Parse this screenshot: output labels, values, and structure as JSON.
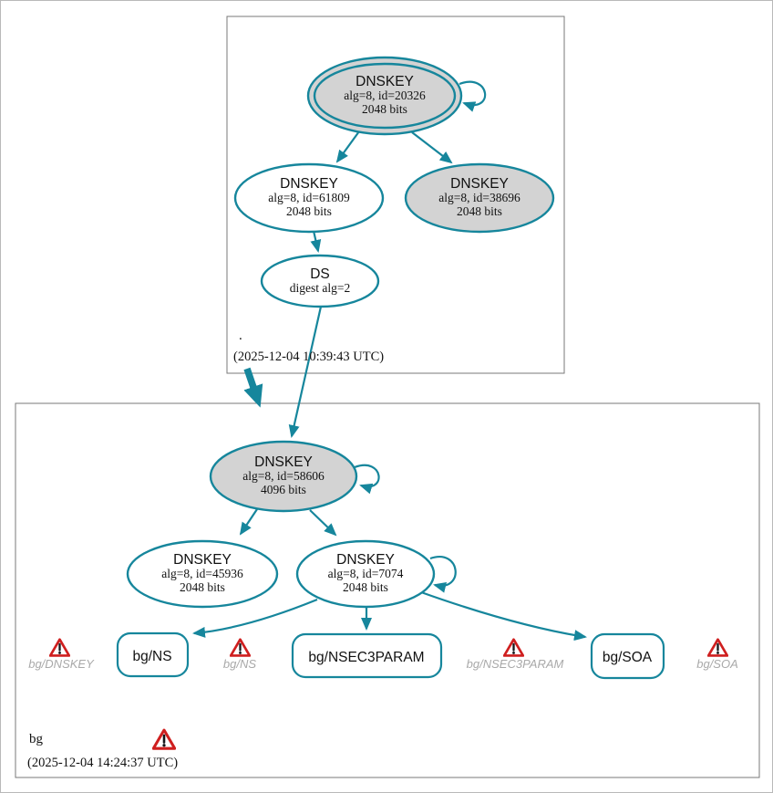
{
  "colors": {
    "edge_teal": "#16869c",
    "node_fill_gray": "#d3d3d3",
    "zone_border_gray": "#7a7a7a",
    "warning_red": "#cf1f1f",
    "muted_label_gray": "#a9a9a9"
  },
  "root_zone": {
    "label": ".",
    "timestamp": "(2025-12-04 10:39:43 UTC)",
    "nodes": {
      "ksk": {
        "title": "DNSKEY",
        "detail1": "alg=8, id=20326",
        "detail2": "2048 bits"
      },
      "zsk": {
        "title": "DNSKEY",
        "detail1": "alg=8, id=61809",
        "detail2": "2048 bits"
      },
      "ksk2": {
        "title": "DNSKEY",
        "detail1": "alg=8, id=38696",
        "detail2": "2048 bits"
      },
      "ds": {
        "title": "DS",
        "detail1": "digest alg=2"
      }
    }
  },
  "bg_zone": {
    "label": "bg",
    "timestamp": "(2025-12-04 14:24:37 UTC)",
    "nodes": {
      "ksk": {
        "title": "DNSKEY",
        "detail1": "alg=8, id=58606",
        "detail2": "4096 bits"
      },
      "zsk1": {
        "title": "DNSKEY",
        "detail1": "alg=8, id=45936",
        "detail2": "2048 bits"
      },
      "zsk2": {
        "title": "DNSKEY",
        "detail1": "alg=8, id=7074",
        "detail2": "2048 bits"
      }
    },
    "rrsets": [
      {
        "label": "bg/NS"
      },
      {
        "label": "bg/NSEC3PARAM"
      },
      {
        "label": "bg/SOA"
      }
    ],
    "warnings": [
      {
        "label": "bg/DNSKEY"
      },
      {
        "label": "bg/NS"
      },
      {
        "label": "bg/NSEC3PARAM"
      },
      {
        "label": "bg/SOA"
      }
    ]
  }
}
